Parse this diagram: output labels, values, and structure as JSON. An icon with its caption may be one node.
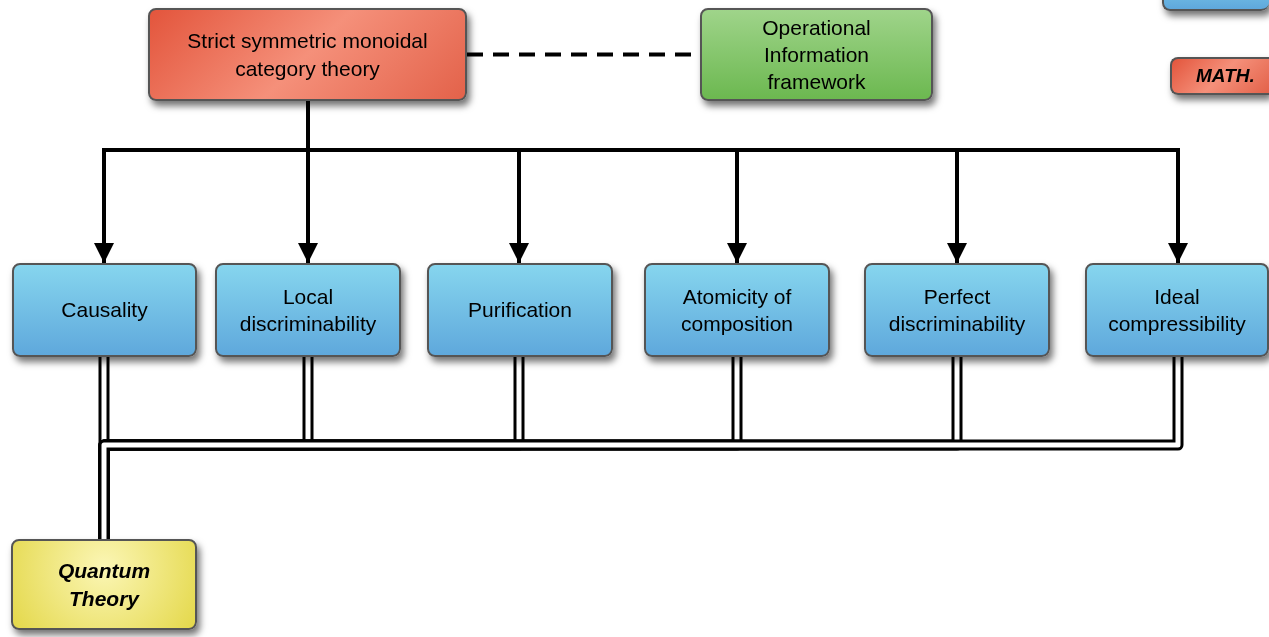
{
  "diagram": {
    "nodes": [
      {
        "text": [
          "Strict symmetric monoidal category theory"
        ]
      },
      {
        "text": [
          "Operational Information framework"
        ]
      },
      {
        "text": [],
        "shape": "box"
      },
      {
        "text": [
          "MATH."
        ]
      },
      {
        "text": [
          "Causality"
        ]
      },
      {
        "text": [
          "Local discriminability"
        ]
      },
      {
        "text": [
          "Purification"
        ]
      },
      {
        "text": [
          "Atomicity of composition"
        ]
      },
      {
        "text": [
          "Perfect discriminability"
        ]
      },
      {
        "text": [
          "Ideal compressibility"
        ]
      },
      {
        "text": [
          "Quantum Theory"
        ]
      }
    ],
    "edges": [
      {
        "from": 0,
        "to": 1,
        "arrow": "none",
        "style": "dashed"
      },
      {
        "from": 0,
        "to": 4,
        "arrow": "to"
      },
      {
        "from": 0,
        "to": 5,
        "arrow": "to"
      },
      {
        "from": 0,
        "to": 6,
        "arrow": "to"
      },
      {
        "from": 0,
        "to": 7,
        "arrow": "to"
      },
      {
        "from": 0,
        "to": 8,
        "arrow": "to"
      },
      {
        "from": 0,
        "to": 9,
        "arrow": "to"
      },
      {
        "from": 4,
        "to": 10,
        "arrow": "none",
        "style": "thick"
      },
      {
        "from": 5,
        "to": 10,
        "arrow": "none",
        "style": "thick"
      },
      {
        "from": 6,
        "to": 10,
        "arrow": "none",
        "style": "thick"
      },
      {
        "from": 7,
        "to": 10,
        "arrow": "none",
        "style": "thick"
      },
      {
        "from": 8,
        "to": 10,
        "arrow": "none",
        "style": "thick"
      },
      {
        "from": 9,
        "to": 10,
        "arrow": "none",
        "style": "thick"
      }
    ]
  }
}
